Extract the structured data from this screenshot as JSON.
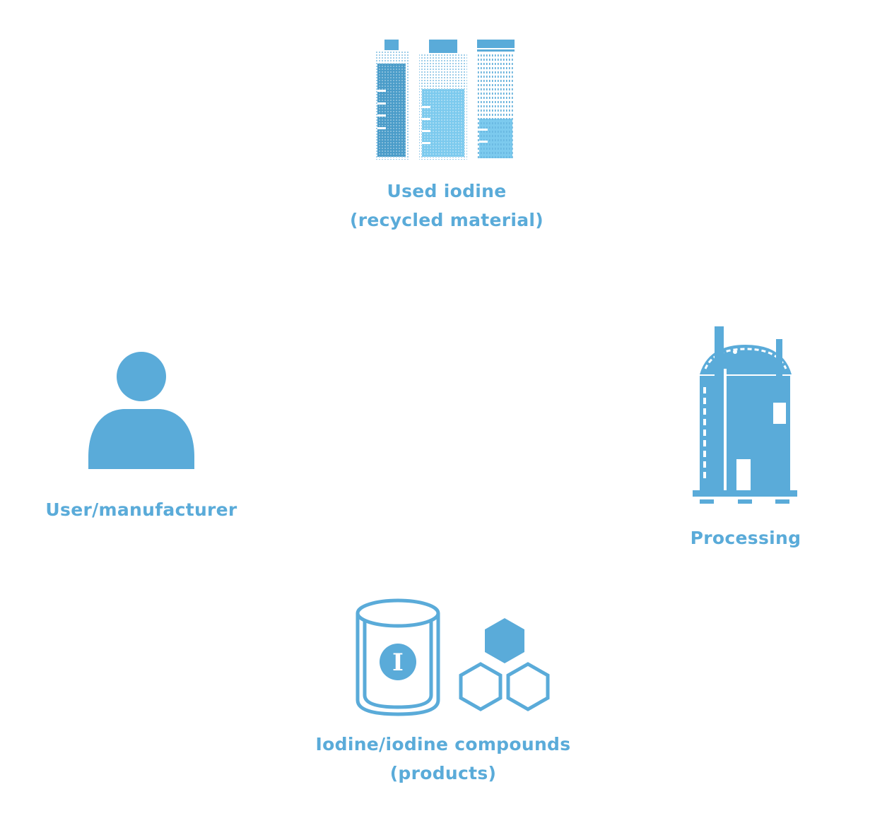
{
  "colors": {
    "primary": "#5aabd9",
    "dark": "#4a9cc9",
    "light": "#7ccaee",
    "background": "#ffffff"
  },
  "nodes": {
    "used_iodine": {
      "icon": "bottles-icon",
      "line1": "Used iodine",
      "line2": "(recycled material)"
    },
    "user": {
      "icon": "person-icon",
      "line1": "User/manufacturer"
    },
    "processing": {
      "icon": "processing-plant-icon",
      "line1": "Processing"
    },
    "products": {
      "icon": "iodine-can-and-hexagons-icon",
      "can_letter": "I",
      "line1": "Iodine/iodine compounds",
      "line2": "(products)"
    }
  }
}
